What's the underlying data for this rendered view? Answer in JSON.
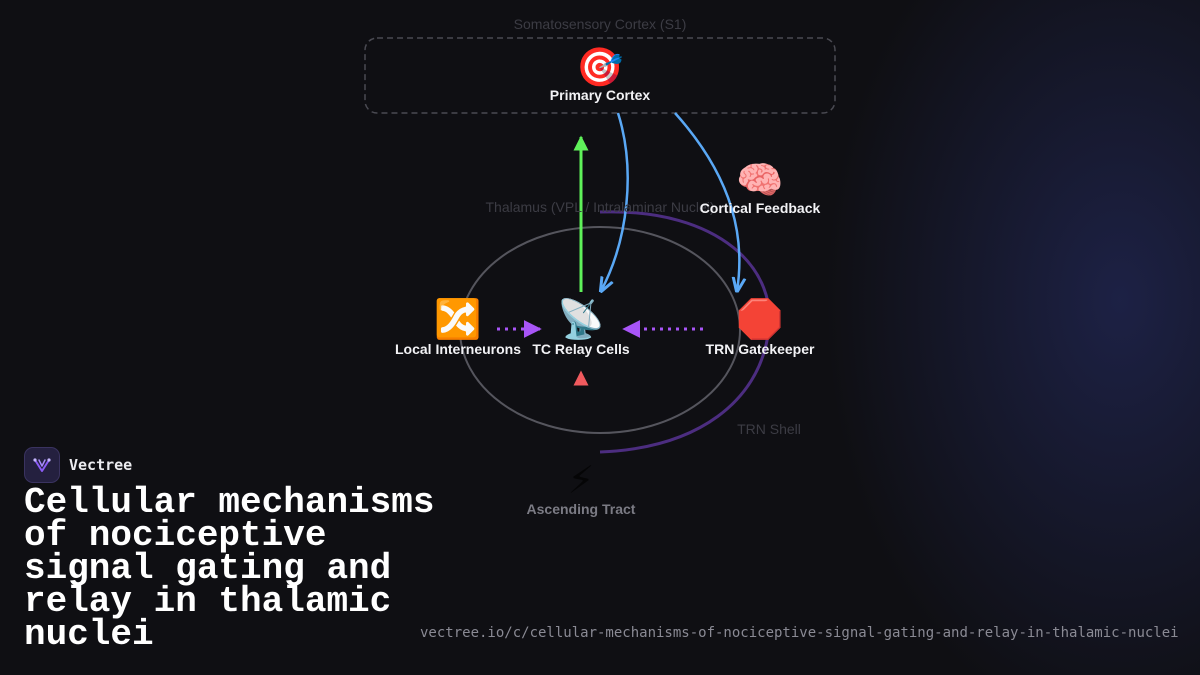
{
  "diagram": {
    "regions": {
      "cortex": "Somatosensory Cortex (S1)",
      "thalamus": "Thalamus (VPL / Intralaminar Nuclei)",
      "trn_shell": "TRN Shell"
    },
    "nodes": {
      "primary_cortex": {
        "label": "Primary Cortex",
        "icon": "target-icon"
      },
      "cortical_feedback": {
        "label": "Cortical Feedback",
        "icon": "brain-icon"
      },
      "local_interneurons": {
        "label": "Local Interneurons",
        "icon": "shuffle-icon"
      },
      "tc_relay": {
        "label": "TC Relay Cells",
        "icon": "satellite-dish-icon"
      },
      "trn_gatekeeper": {
        "label": "TRN Gatekeeper",
        "icon": "stop-sign-icon"
      },
      "ascending_tract": {
        "label": "Ascending Tract",
        "icon": "lightning-icon"
      }
    },
    "colors": {
      "ascending_signal": "#f05a5e",
      "relay_output": "#5ff25a",
      "cortical_feedback": "#5aa8f5",
      "inhibition": "#a855f7",
      "trn_shell": "#4c2d80"
    }
  },
  "brand": {
    "name": "Vectree"
  },
  "title": "Cellular mechanisms of nociceptive signal gating and relay in thalamic nuclei",
  "url": "vectree.io/c/cellular-mechanisms-of-nociceptive-signal-gating-and-relay-in-thalamic-nuclei"
}
